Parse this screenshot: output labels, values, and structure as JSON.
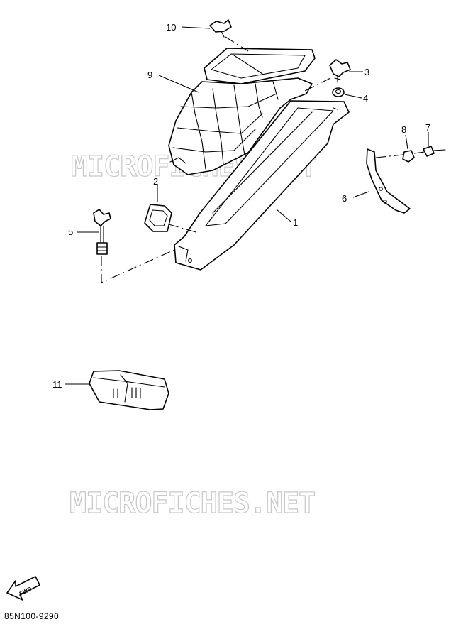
{
  "watermark": "MICROFICHES.NET",
  "diagram_code": "85N100-9290",
  "fwd_label": "FWD",
  "callouts": {
    "c1": "1",
    "c2": "2",
    "c3": "3",
    "c4": "4",
    "c5": "5",
    "c6": "6",
    "c7": "7",
    "c8": "8",
    "c9": "9",
    "c10": "10",
    "c11": "11"
  }
}
